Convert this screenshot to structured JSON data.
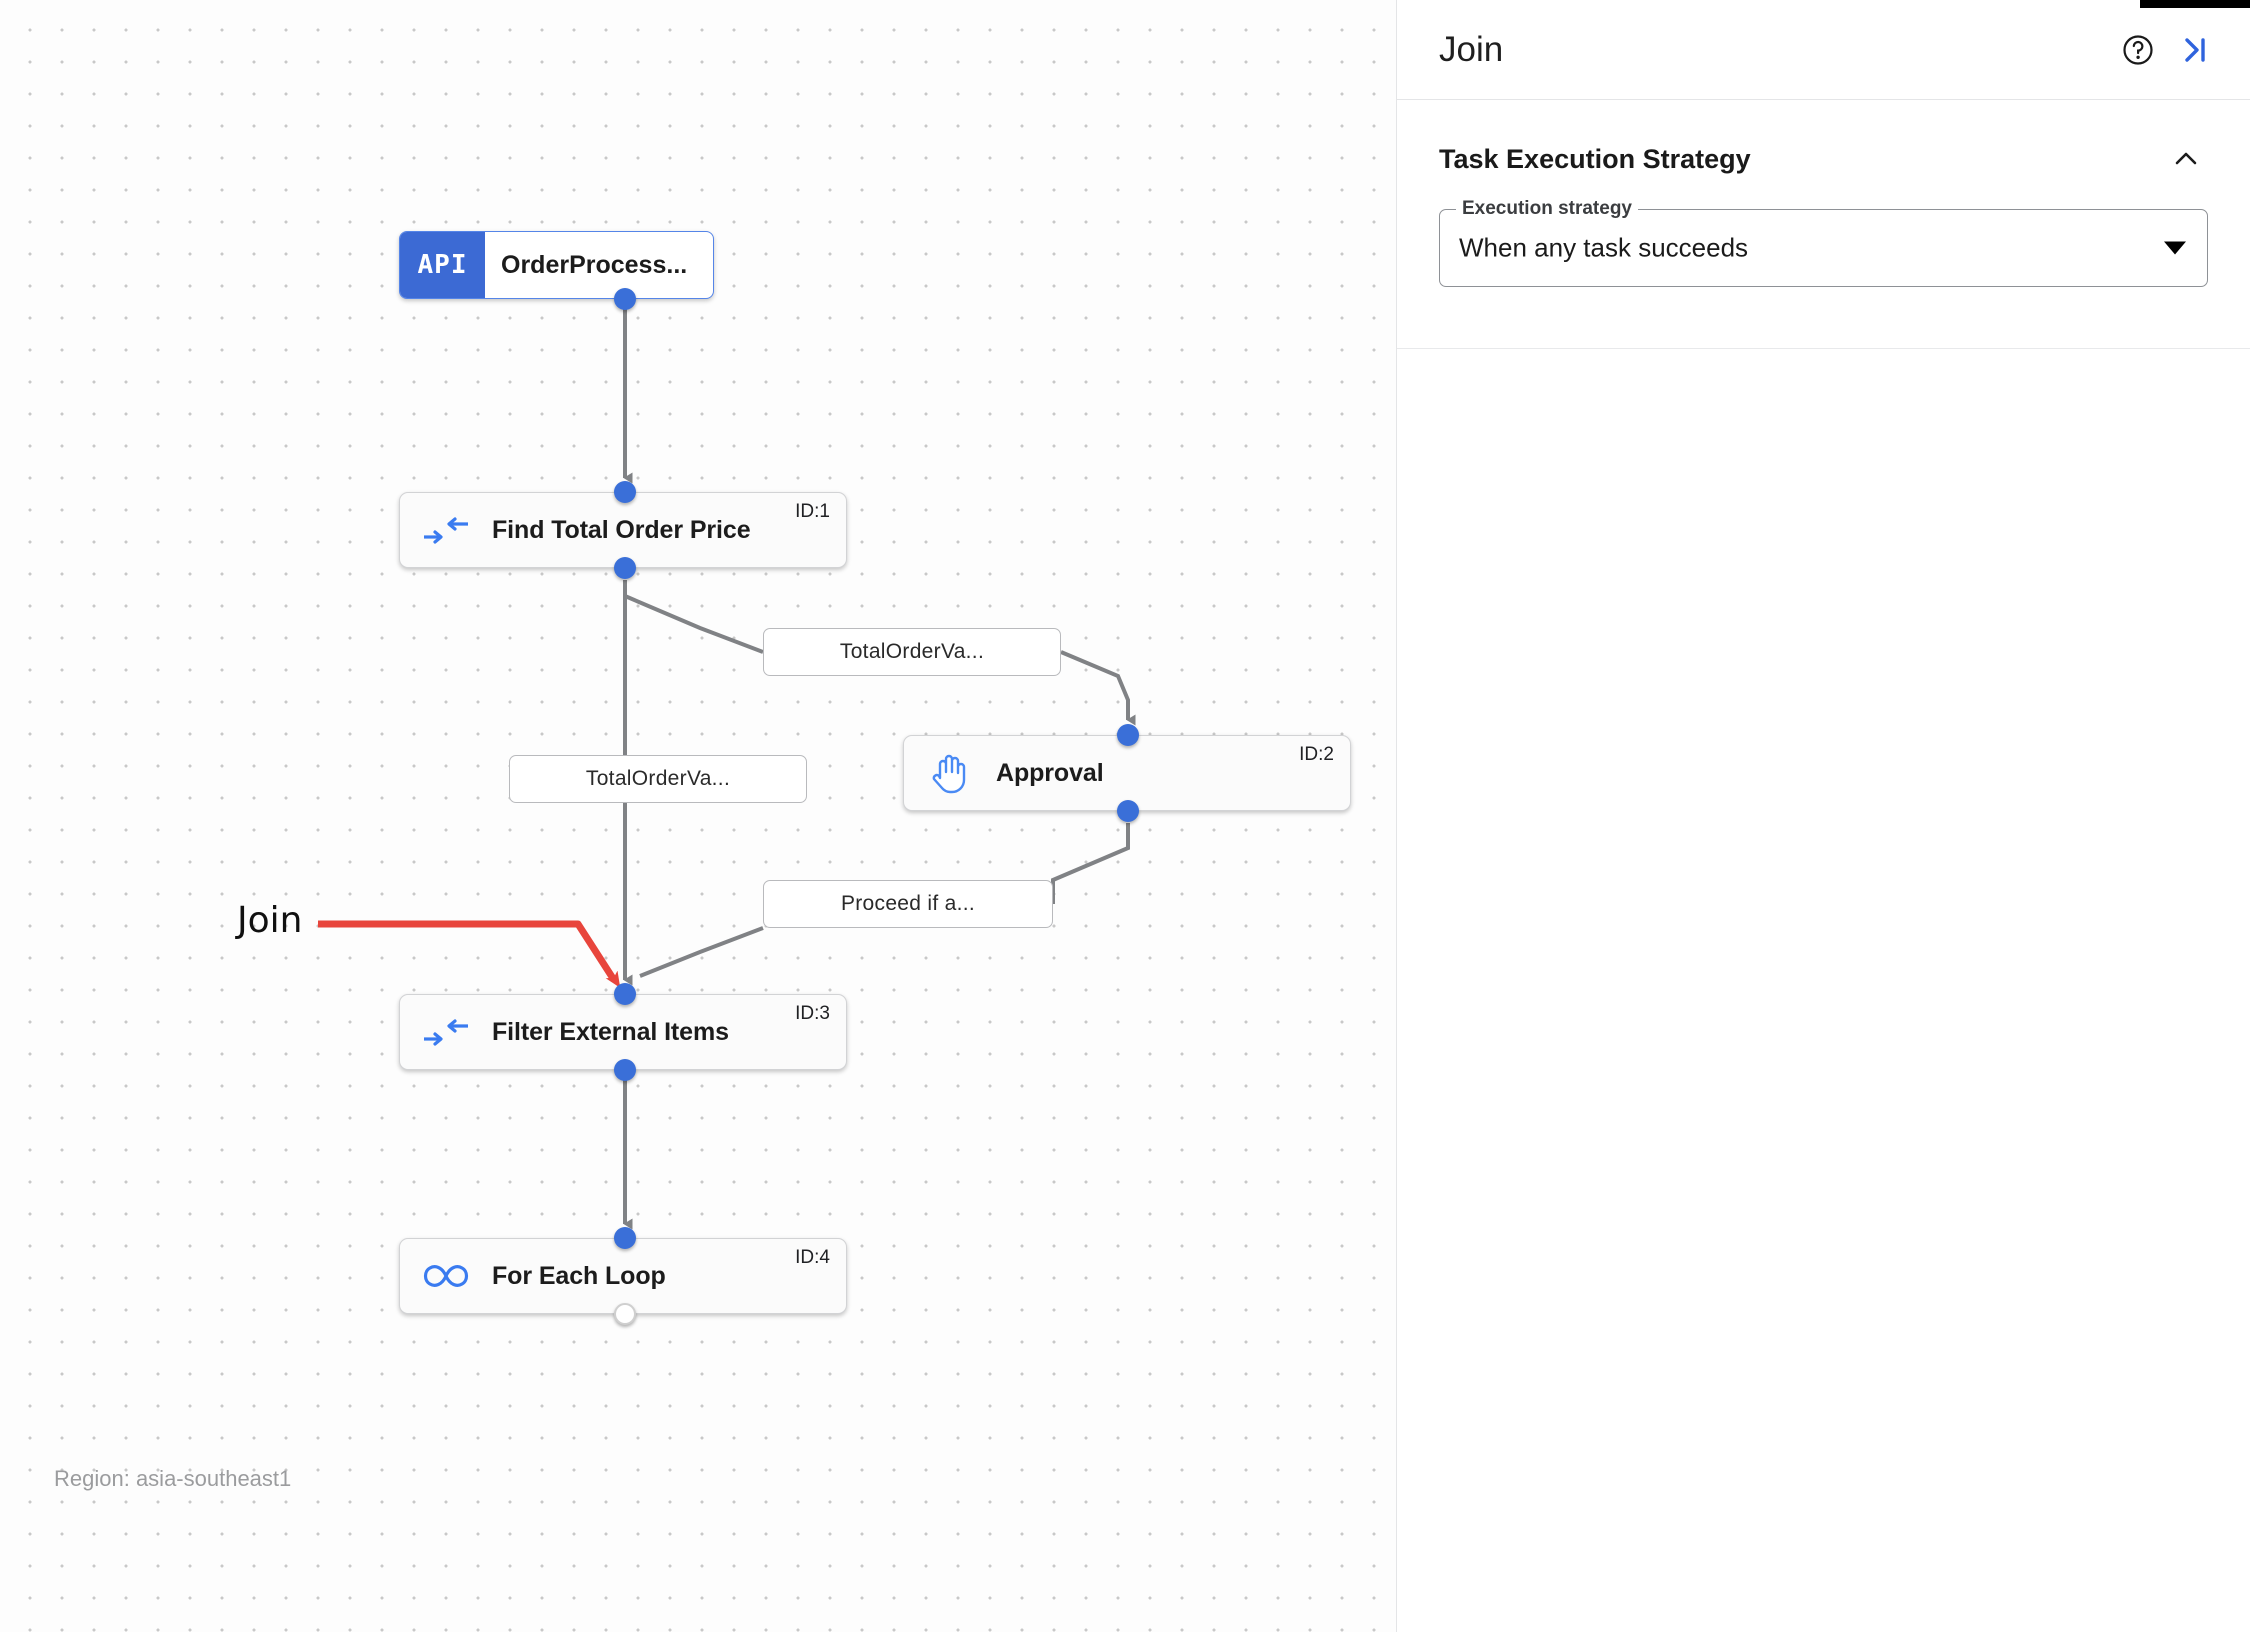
{
  "canvas": {
    "region_label": "Region: asia-southeast1",
    "annotation": {
      "label": "Join"
    },
    "nodes": [
      {
        "key": "trigger",
        "icon": "api-icon",
        "icon_text": "API",
        "title": "OrderProcess...",
        "id_badge": ""
      },
      {
        "key": "find",
        "icon": "join-icon",
        "title": "Find Total Order Price",
        "id_badge": "ID:1"
      },
      {
        "key": "approval",
        "icon": "hand-icon",
        "title": "Approval",
        "id_badge": "ID:2"
      },
      {
        "key": "filter",
        "icon": "join-icon",
        "title": "Filter External Items",
        "id_badge": "ID:3"
      },
      {
        "key": "loop",
        "icon": "infinity-icon",
        "title": "For Each Loop",
        "id_badge": "ID:4"
      }
    ],
    "edge_labels": [
      {
        "key": "e1",
        "text": "TotalOrderVa..."
      },
      {
        "key": "e2",
        "text": "TotalOrderVa..."
      },
      {
        "key": "e3",
        "text": "Proceed if a..."
      }
    ]
  },
  "panel": {
    "title": "Join",
    "help_icon": "help-circle-icon",
    "collapse_icon": "collapse-right-icon",
    "section": {
      "title": "Task Execution Strategy",
      "chevron": "chevron-up-icon",
      "field": {
        "label": "Execution strategy",
        "value": "When any task succeeds",
        "arrow": "dropdown-arrow-icon"
      }
    }
  },
  "colors": {
    "accent_blue": "#3a6fd8",
    "api_badge": "#3c6ad4",
    "annotation_red": "#e8453c",
    "edge_gray": "#808285"
  }
}
